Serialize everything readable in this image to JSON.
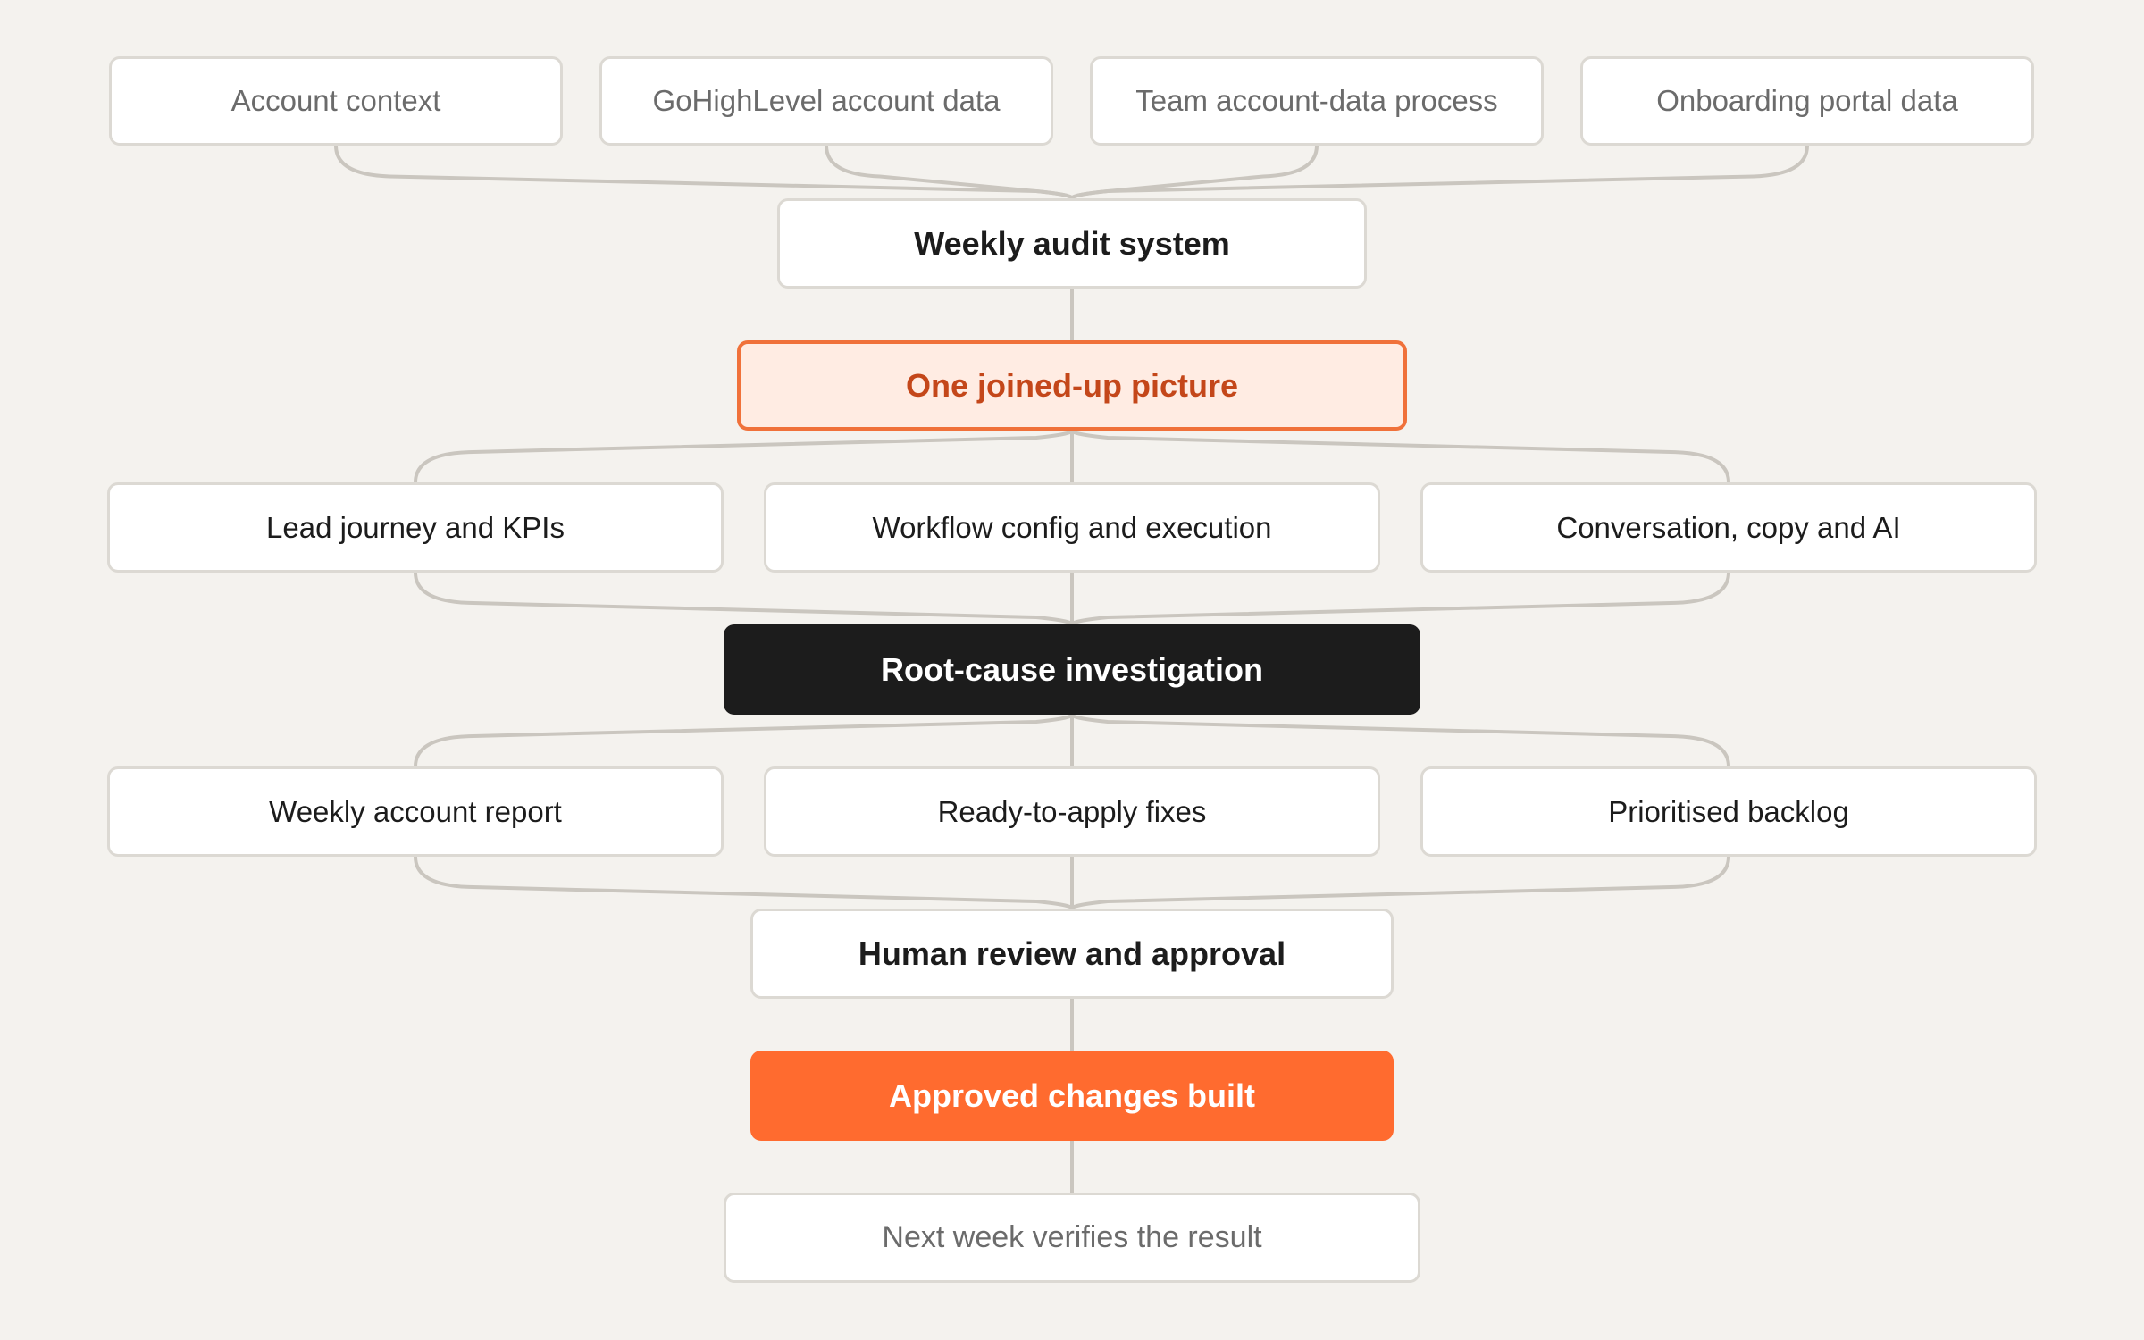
{
  "diagram": {
    "sources": [
      "Account context",
      "GoHighLevel account data",
      "Team account-data process",
      "Onboarding portal data"
    ],
    "audit_system": "Weekly audit system",
    "joined_picture": "One joined-up picture",
    "analysis_areas": [
      "Lead journey and KPIs",
      "Workflow config and execution",
      "Conversation, copy and AI"
    ],
    "investigation": "Root-cause investigation",
    "outputs": [
      "Weekly account report",
      "Ready-to-apply fixes",
      "Prioritised backlog"
    ],
    "review": "Human review and approval",
    "built": "Approved changes built",
    "verify": "Next week verifies the result"
  },
  "colors": {
    "background": "#f4f2ee",
    "connector": "#cac6bf",
    "accent": "#ff6b2f",
    "accent_light": "#ffece3",
    "accent_text": "#c4471a",
    "dark": "#1c1c1c"
  }
}
